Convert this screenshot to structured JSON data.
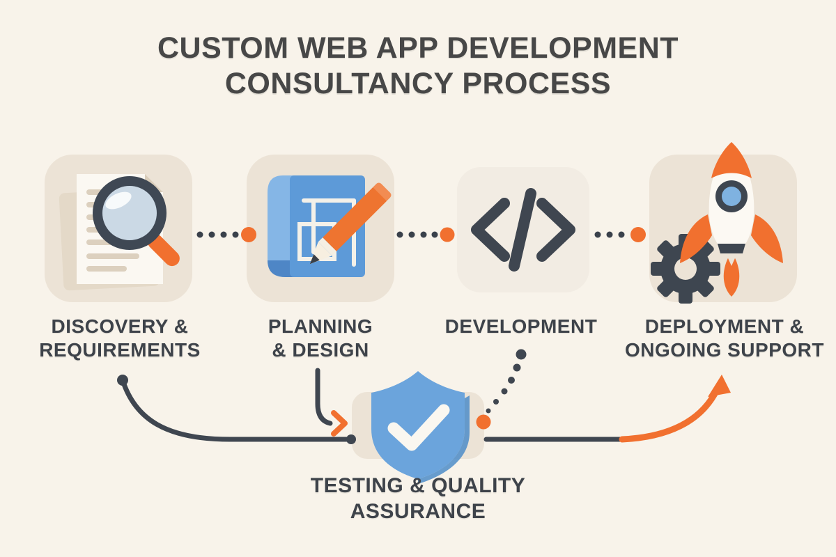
{
  "title": {
    "line1": "CUSTOM WEB APP DEVELOPMENT",
    "line2": "CONSULTANCY PROCESS"
  },
  "steps": [
    {
      "label": "DISCOVERY &\nREQUIREMENTS",
      "icon": "document-magnifier-icon"
    },
    {
      "label": "PLANNING\n& DESIGN",
      "icon": "blueprint-pencil-icon"
    },
    {
      "label": "DEVELOPMENT",
      "icon": "code-brackets-icon"
    },
    {
      "label": "DEPLOYMENT &\nONGOING SUPPORT",
      "icon": "gear-rocket-icon"
    },
    {
      "label": "TESTING & QUALITY\nASSURANCE",
      "icon": "shield-checkmark-icon"
    }
  ],
  "flow": {
    "connectors": [
      "discovery-to-planning-dots",
      "planning-to-development-dots",
      "development-to-deployment-dots",
      "discovery-down-to-testing-curve",
      "planning-down-to-testing-arrow",
      "development-down-to-testing-dotted",
      "testing-up-to-deployment-arrow"
    ]
  },
  "colors": {
    "background": "#F8F3EA",
    "card": "#ECE3D6",
    "card_light": "#F2ECE3",
    "slate": "#3F4650",
    "text": "#3E434A",
    "title_text": "#474747",
    "orange": "#F1702F",
    "orange_light": "#F28C52",
    "blue": "#5D9AD8",
    "blue_light": "#85B6E6",
    "shield_blue": "#6BA4DC",
    "lens_blue": "#CBD9E5",
    "paper": "#FBF8F2",
    "paper_line": "#DCD0BE"
  }
}
